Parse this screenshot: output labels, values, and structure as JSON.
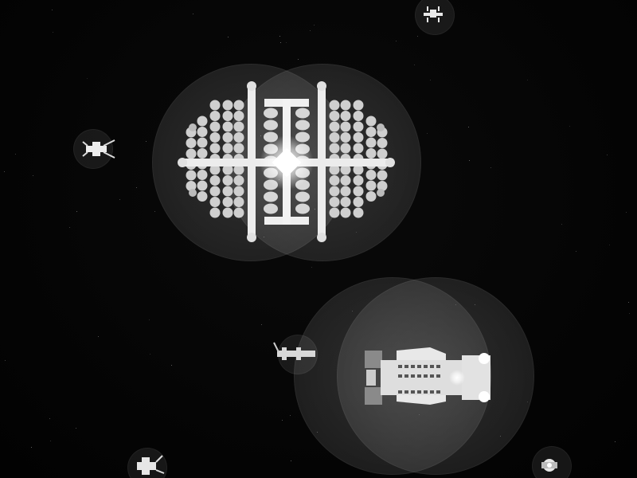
{
  "scene": {
    "background": "#030303",
    "shield_color": "rgba(255,255,255,0.12)",
    "hull_color": "#e6e6e6",
    "panel_color": "#c8c8c8",
    "glow_color": "#ffffff"
  },
  "entities": [
    {
      "name": "space-station",
      "kind": "station"
    },
    {
      "name": "frigate-ship",
      "kind": "capital ship"
    },
    {
      "name": "scout-drone-top",
      "kind": "drone"
    },
    {
      "name": "fighter-left",
      "kind": "fighter"
    },
    {
      "name": "fighter-mid",
      "kind": "fighter"
    },
    {
      "name": "fighter-bottom-left",
      "kind": "fighter"
    },
    {
      "name": "drone-bottom-right",
      "kind": "drone"
    }
  ]
}
